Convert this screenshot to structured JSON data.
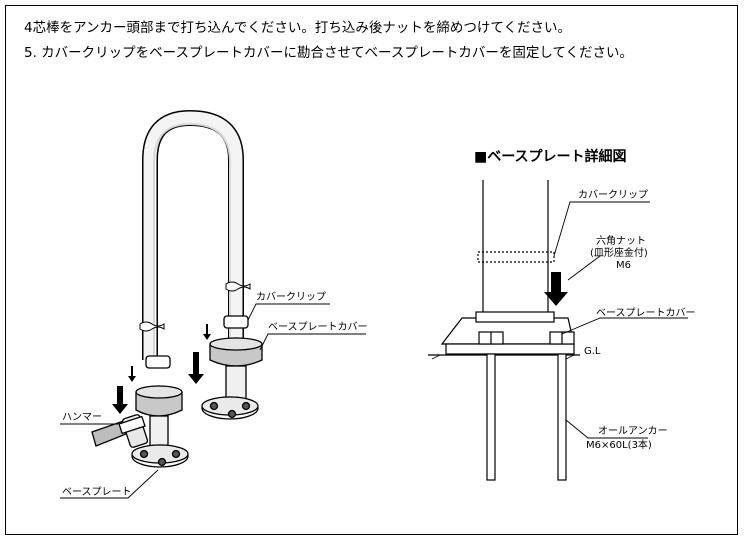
{
  "instructions": [
    "4芯棒をアンカー頭部まで打ち込んでください。打ち込み後ナットを締めつけてください。",
    "5. カバークリップをベースプレートカバーに勘合させてベースプレートカバーを固定してください。"
  ],
  "left_figure": {
    "labels": {
      "cover_clip": "カバークリップ",
      "base_plate_cover": "ベースプレートカバー",
      "hammer": "ハンマー",
      "base_plate": "ベースプレート"
    }
  },
  "detail": {
    "title": "■ベースプレート詳細図",
    "labels": {
      "cover_clip": "カバークリップ",
      "hex_nut": "六角ナット",
      "hex_nut_note": "(皿形座金付)",
      "hex_nut_size": "M6",
      "base_plate_cover": "ベースプレートカバー",
      "ground_line": "G.L",
      "anchor": "オールアンカー",
      "anchor_spec": "M6×60L(3本)"
    }
  }
}
